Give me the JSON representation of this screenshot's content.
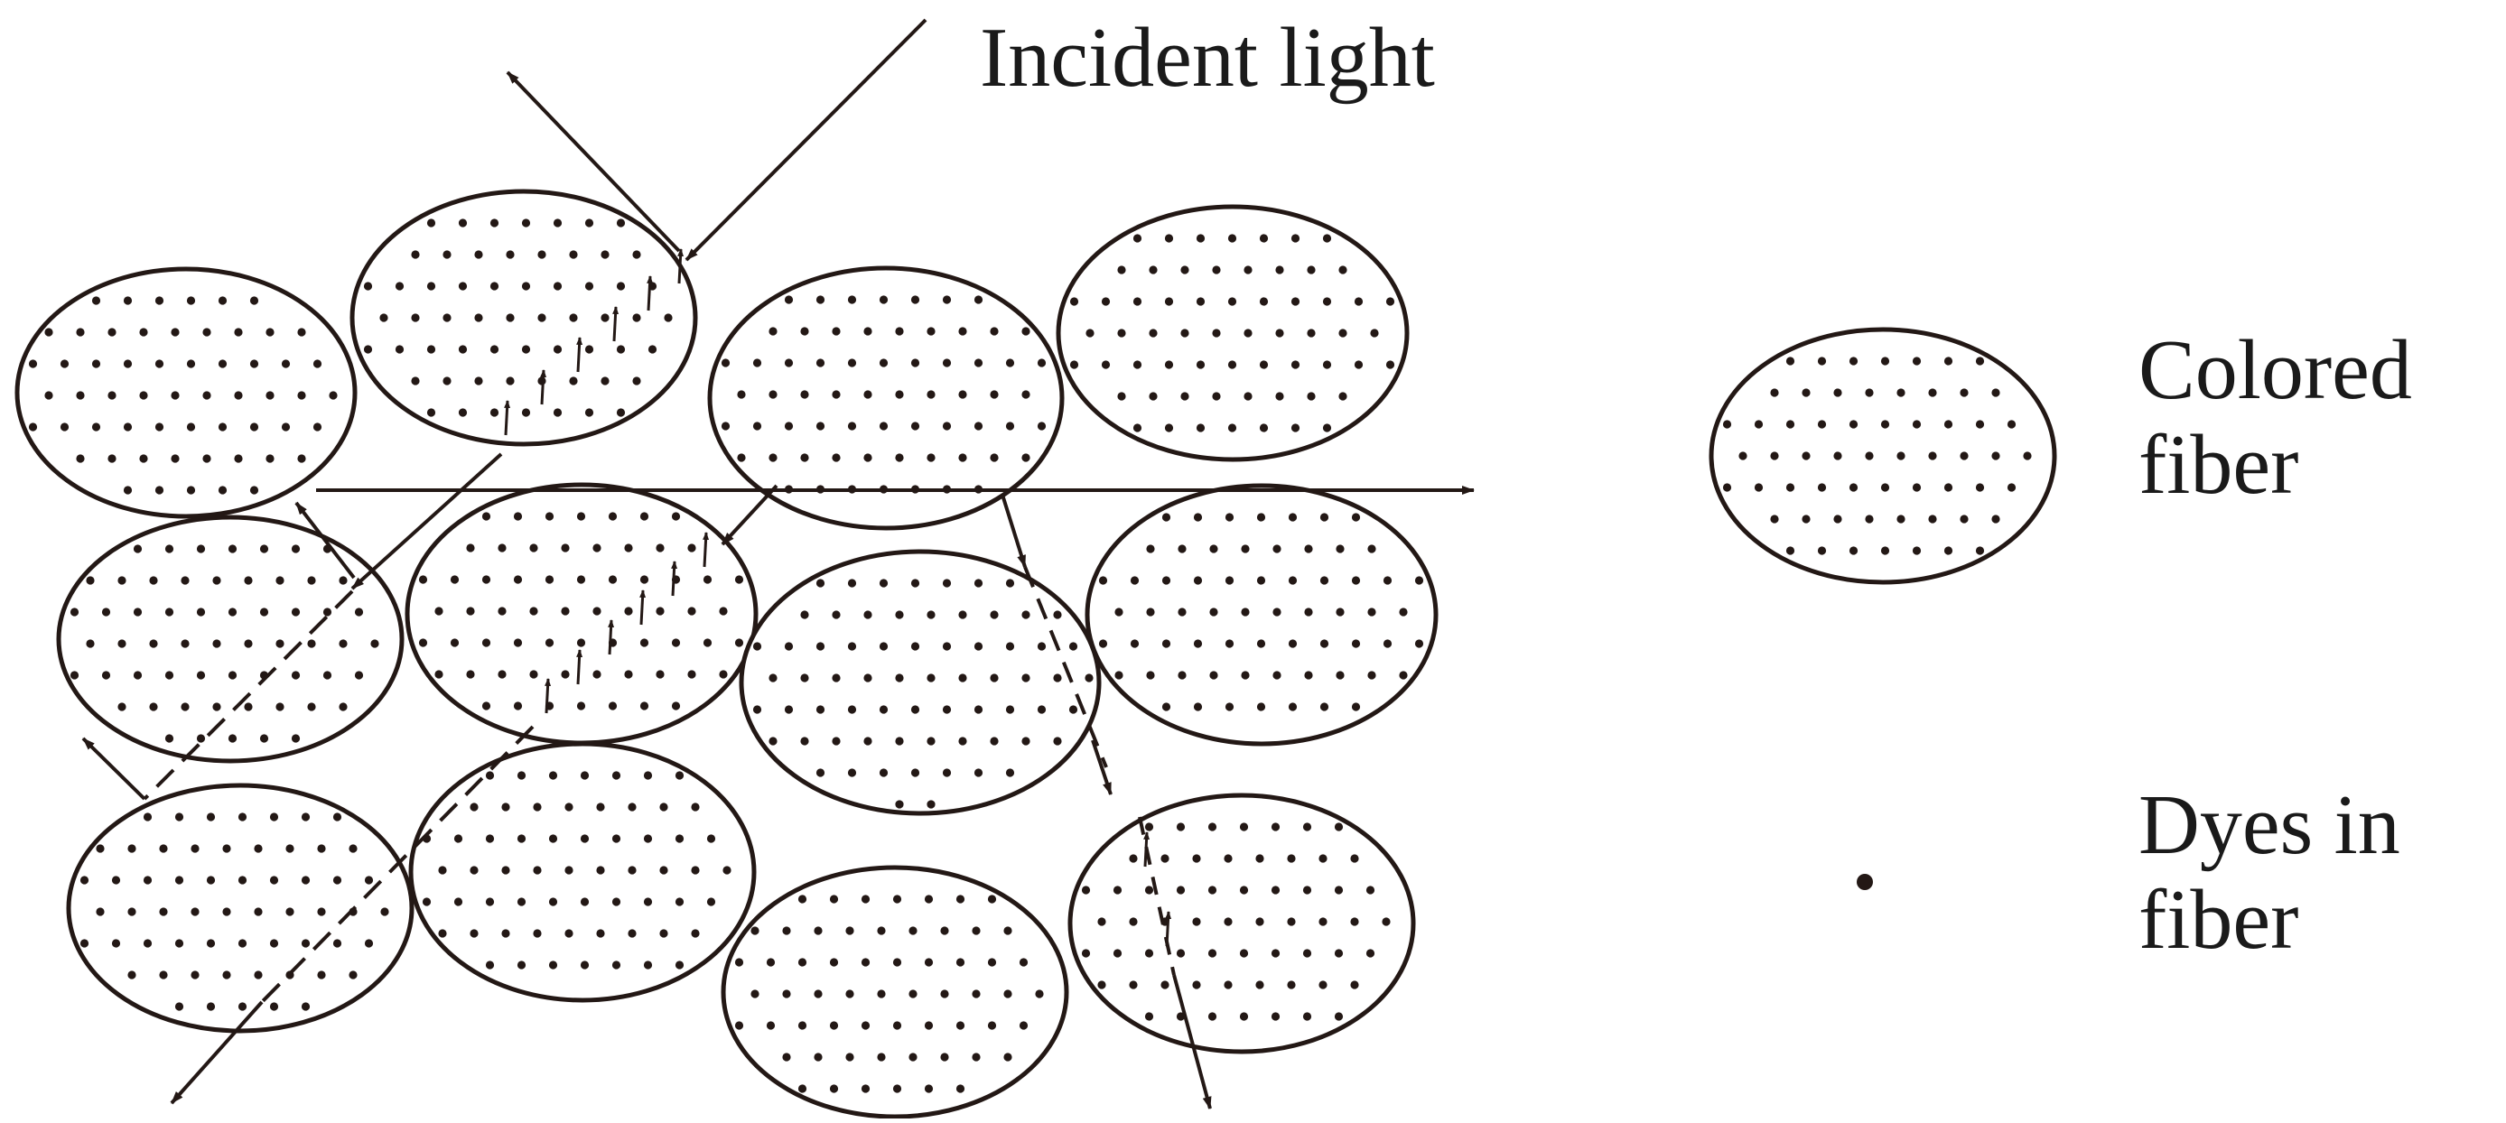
{
  "labels": {
    "incident_light": "Incident light",
    "legend_fiber_line1": "Colored",
    "legend_fiber_line2": "fiber",
    "legend_dye_line1": "Dyes in",
    "legend_dye_line2": "fiber"
  },
  "colors": {
    "stroke": "#231815",
    "fiber_fill": "#ffffff",
    "dye_dot": "#231815",
    "background": "#ffffff"
  },
  "fibers": [
    {
      "id": "fiber-top-left"
    },
    {
      "id": "fiber-top-center-left"
    },
    {
      "id": "fiber-top-center-right"
    },
    {
      "id": "fiber-top-right"
    },
    {
      "id": "fiber-mid-left"
    },
    {
      "id": "fiber-mid-center-left"
    },
    {
      "id": "fiber-mid-center-right"
    },
    {
      "id": "fiber-mid-right"
    },
    {
      "id": "fiber-bottom-left"
    },
    {
      "id": "fiber-bottom-center-left"
    },
    {
      "id": "fiber-bottom-center-right"
    },
    {
      "id": "fiber-bottom-right"
    }
  ]
}
